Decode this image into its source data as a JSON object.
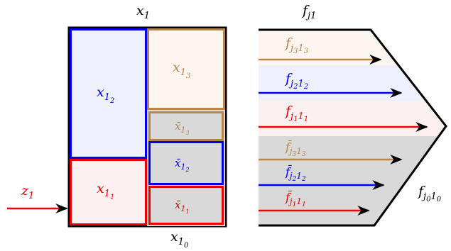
{
  "colors": {
    "red": "#ee0000",
    "blue": "#0000ee",
    "brown": "#b8864b",
    "gray_fill": "#d9d9d9",
    "black": "#000000",
    "red_fill": "#fdf0f0",
    "blue_fill": "#eff0fd",
    "brown_fill": "#fdf6f0"
  },
  "labels": {
    "x1": {
      "base": "x",
      "sub": "1"
    },
    "x10": {
      "base": "x",
      "sub": "1",
      "subsub": "0"
    },
    "x11": {
      "base": "x",
      "sub": "1",
      "subsub": "1"
    },
    "x12": {
      "base": "x",
      "sub": "1",
      "subsub": "2"
    },
    "x13": {
      "base": "x",
      "sub": "1",
      "subsub": "3"
    },
    "xbar11": {
      "base": "x̄",
      "sub": "1",
      "subsub": "1"
    },
    "xbar12": {
      "base": "x̄",
      "sub": "1",
      "subsub": "2"
    },
    "xbar13": {
      "base": "x̄",
      "sub": "1",
      "subsub": "3"
    },
    "z1": {
      "base": "z",
      "sub": "1"
    },
    "fj1": {
      "base": "f",
      "sub": "j1"
    },
    "fj010": {
      "base": "f",
      "sub": "j",
      "subsub": "0",
      "tail": "1",
      "tailsub": "0"
    },
    "fj313": {
      "base": "f",
      "sub": "j",
      "subsub": "3",
      "tail": "1",
      "tailsub": "3"
    },
    "fj212": {
      "base": "f",
      "sub": "j",
      "subsub": "2",
      "tail": "1",
      "tailsub": "2"
    },
    "fj111": {
      "base": "f",
      "sub": "j",
      "subsub": "1",
      "tail": "1",
      "tailsub": "1"
    },
    "fbarj313": {
      "base": "f̄",
      "sub": "j",
      "subsub": "3",
      "tail": "1",
      "tailsub": "3"
    },
    "fbarj212": {
      "base": "f̄",
      "sub": "j",
      "subsub": "2",
      "tail": "1",
      "tailsub": "2"
    },
    "fbarj111": {
      "base": "f̄",
      "sub": "j",
      "subsub": "1",
      "tail": "1",
      "tailsub": "1"
    }
  }
}
